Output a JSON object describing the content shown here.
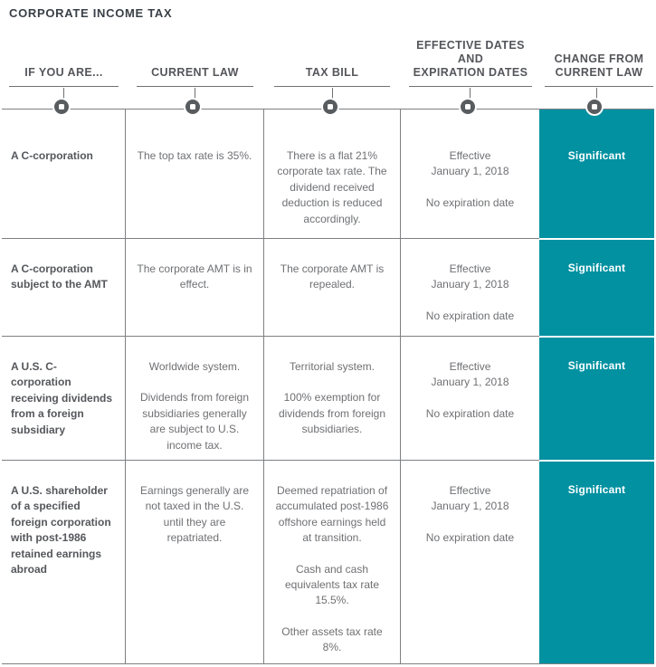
{
  "page_title": "CORPORATE INCOME TAX",
  "colors": {
    "accent_teal": "#0191a1",
    "line_gray": "#7d7f82",
    "node_gray": "#595c5f",
    "title_text": "#3a4048",
    "body_text": "#6f7073"
  },
  "header": {
    "columns": [
      {
        "lines": [
          "IF YOU ARE..."
        ]
      },
      {
        "lines": [
          "CURRENT LAW"
        ]
      },
      {
        "lines": [
          "TAX BILL"
        ]
      },
      {
        "lines": [
          "EFFECTIVE DATES",
          "AND",
          "EXPIRATION DATES"
        ]
      },
      {
        "lines": [
          "CHANGE FROM",
          "CURRENT LAW"
        ]
      }
    ]
  },
  "rows": [
    {
      "if_you_are": "A C-corporation",
      "current_law": [
        "The top tax rate is 35%."
      ],
      "tax_bill": [
        "There is a flat 21% corporate tax rate. The dividend received deduction is reduced accordingly."
      ],
      "dates": [
        "Effective",
        "January 1, 2018",
        "No expiration date"
      ],
      "change": "Significant"
    },
    {
      "if_you_are": "A C-corporation subject to the AMT",
      "current_law": [
        "The corporate AMT is in effect."
      ],
      "tax_bill": [
        "The corporate AMT is repealed."
      ],
      "dates": [
        "Effective",
        "January 1, 2018",
        "No expiration date"
      ],
      "change": "Significant"
    },
    {
      "if_you_are": "A U.S. C-corporation receiving dividends from a foreign subsidiary",
      "current_law": [
        "Worldwide system.",
        "Dividends from foreign subsidiaries generally are subject to U.S. income tax."
      ],
      "tax_bill": [
        "Territorial system.",
        "100% exemption for dividends from foreign subsidiaries."
      ],
      "dates": [
        "Effective",
        "January 1, 2018",
        "No expiration date"
      ],
      "change": "Significant"
    },
    {
      "if_you_are": "A U.S. shareholder of a specified foreign corporation with post-1986 retained earnings abroad",
      "current_law": [
        "Earnings generally are not taxed in the U.S. until they are repatriated."
      ],
      "tax_bill": [
        "Deemed repatriation of accumulated post-1986 offshore earnings held at transition.",
        "Cash and cash equivalents tax rate 15.5%.",
        "Other assets tax rate 8%."
      ],
      "dates": [
        "Effective",
        "January 1, 2018",
        "No expiration date"
      ],
      "change": "Significant"
    }
  ]
}
